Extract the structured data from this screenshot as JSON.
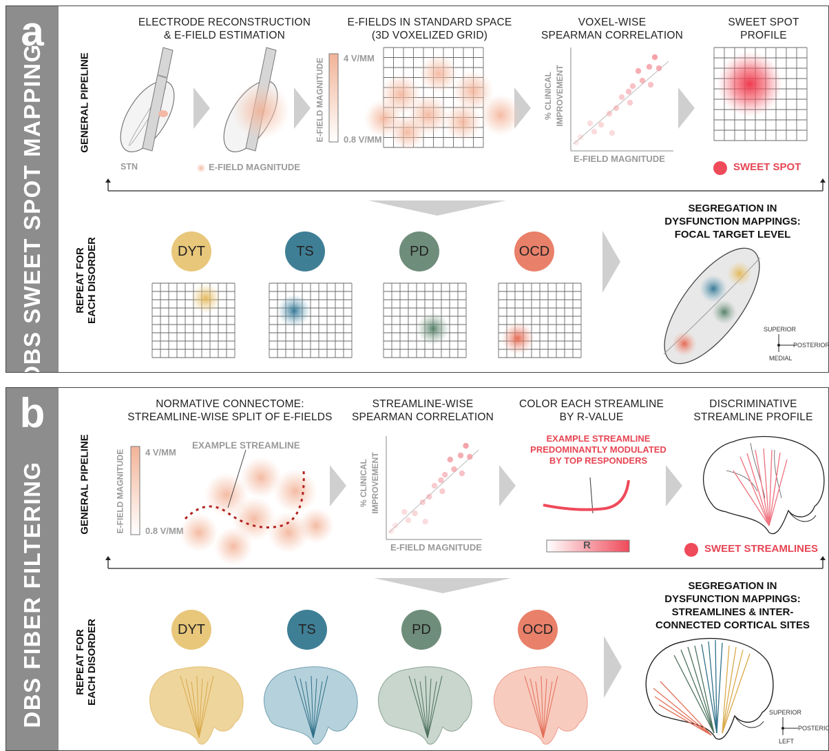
{
  "panel_a": {
    "letter": "a",
    "side_title": "DBS SWEET SPOT MAPPING",
    "row1_label": "GENERAL PIPELINE",
    "row2_label_line1": "REPEAT FOR",
    "row2_label_line2": "EACH DISORDER",
    "step1_line1": "ELECTRODE RECONSTRUCTION",
    "step1_line2": "& E-FIELD ESTIMATION",
    "step2_line1": "E-FIELDS IN STANDARD SPACE",
    "step2_line2": "(3D VOXELIZED GRID)",
    "step3_line1": "VOXEL-WISE",
    "step3_line2": "SPEARMAN CORRELATION",
    "step4_line1": "SWEET SPOT",
    "step4_line2": "PROFILE",
    "stn_label": "STN",
    "efield_legend": "E-FIELD MAGNITUDE",
    "colorbar_title": "E-FIELD MAGNITUDE",
    "colorbar_max": "4 V/MM",
    "colorbar_min": "0.8 V/MM",
    "scatter_ylabel_line1": "% CLINICAL",
    "scatter_ylabel_line2": "IMPROVEMENT",
    "scatter_xlabel": "E-FIELD MAGNITUDE",
    "sweet_spot_legend": "SWEET SPOT",
    "disorders": [
      "DYT",
      "TS",
      "PD",
      "OCD"
    ],
    "seg_line1": "SEGREGATION IN",
    "seg_line2": "DYSFUNCTION MAPPINGS:",
    "seg_line3": "FOCAL TARGET LEVEL",
    "axis_superior": "SUPERIOR",
    "axis_posterior": "POSTERIOR",
    "axis_medial": "MEDIAL"
  },
  "panel_b": {
    "letter": "b",
    "side_title": "DBS FIBER  FILTERING",
    "row1_label": "GENERAL PIPELINE",
    "row2_label_line1": "REPEAT FOR",
    "row2_label_line2": "EACH DISORDER",
    "step1_line1": "NORMATIVE CONNECTOME:",
    "step1_line2": "STREAMLINE-WISE SPLIT OF E-FIELDS",
    "step2_line1": "STREAMLINE-WISE",
    "step2_line2": "SPEARMAN CORRELATION",
    "step3_line1": "COLOR EACH STREAMLINE",
    "step3_line2": "BY R-VALUE",
    "step4_line1": "DISCRIMINATIVE",
    "step4_line2": "STREAMLINE PROFILE",
    "colorbar_title": "E-FIELD MAGNITUDE",
    "colorbar_max": "4 V/MM",
    "colorbar_min": "0.8 V/MM",
    "example_streamline": "EXAMPLE STREAMLINE",
    "scatter_ylabel_line1": "% CLINICAL",
    "scatter_ylabel_line2": "IMPROVEMENT",
    "scatter_xlabel": "E-FIELD MAGNITUDE",
    "annot_line1": "EXAMPLE STREAMLINE",
    "annot_line2": "PREDOMINANTLY MODULATED",
    "annot_line3": "BY TOP RESPONDERS",
    "r_label": "R",
    "sweet_streamlines_legend": "SWEET STREAMLINES",
    "disorders": [
      "DYT",
      "TS",
      "PD",
      "OCD"
    ],
    "seg_line1": "SEGREGATION IN",
    "seg_line2": "DYSFUNCTION MAPPINGS:",
    "seg_line3": "STREAMLINES & INTER-",
    "seg_line4": "CONNECTED CORTICAL SITES",
    "axis_superior": "SUPERIOR",
    "axis_posterior": "POSTERIOR",
    "axis_left": "LEFT"
  },
  "colors": {
    "sidebar": "#8d8d8d",
    "dyt": "#e8c77b",
    "ts": "#3f7f96",
    "pd": "#6e8d7a",
    "ocd": "#e9806a",
    "sweet": "#ef4a5a",
    "efield": "#f2b39a"
  }
}
